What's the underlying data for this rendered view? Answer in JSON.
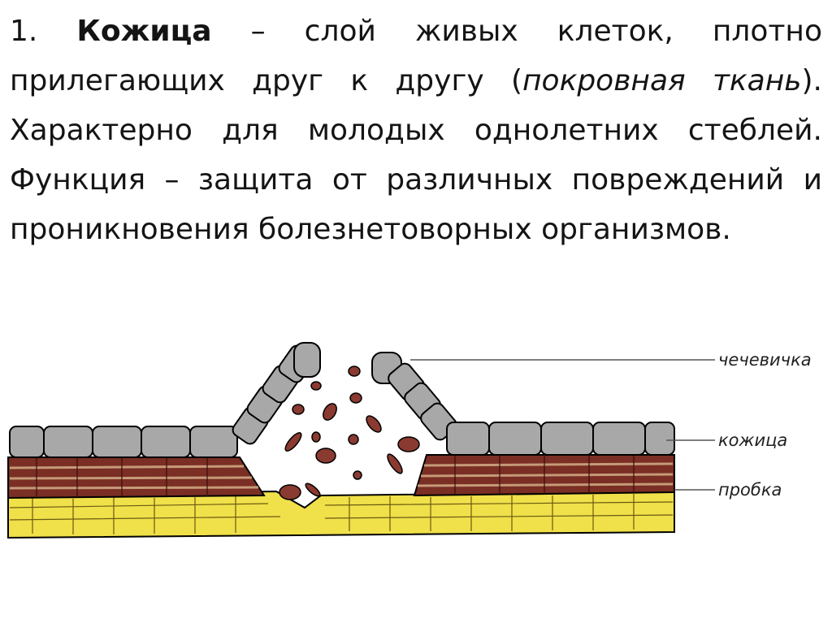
{
  "paragraph": {
    "number": "1.",
    "term": "Кожица",
    "part1": " – слой живых клеток, плотно прилегающих друг к другу (",
    "italic": "покровная ткань",
    "part2": "). Характерно для молодых однолетних стеблей. Функция – защита от различных повреждений и проникновения болезнетоворных организмов."
  },
  "diagram": {
    "labels": {
      "lenticel": "чечевичка",
      "epidermis": "кожица",
      "cork": "пробка"
    },
    "colors": {
      "epidermis_cell": "#a8a8a8",
      "cork_dark": "#7a2e24",
      "cork_light": "#b0805a",
      "phellogen_yellow": "#f0e04a",
      "outline": "#000000"
    }
  }
}
